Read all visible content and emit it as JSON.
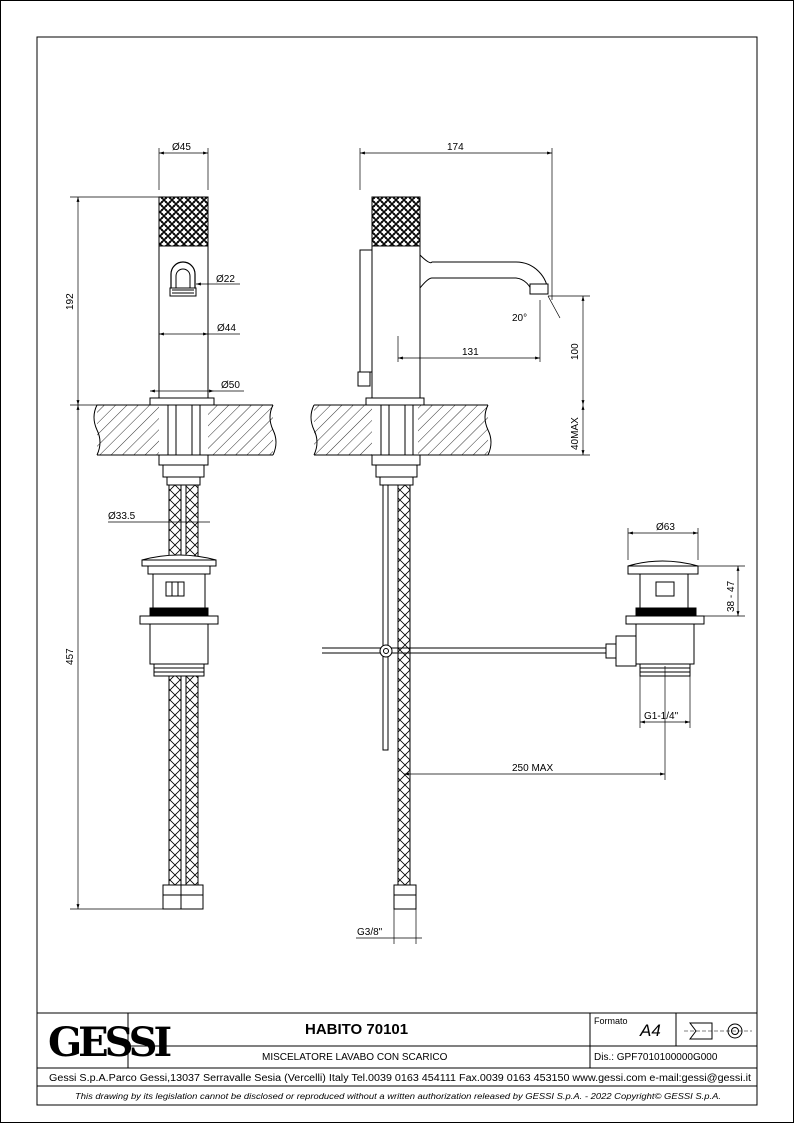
{
  "drawing": {
    "dims": {
      "d45": "Ø45",
      "d22": "Ø22",
      "d44": "Ø44",
      "d50": "Ø50",
      "d33": "Ø33.5",
      "h192": "192",
      "h457": "457",
      "w174": "174",
      "a20": "20°",
      "w131": "131",
      "h100": "100",
      "h40": "40MAX",
      "d63": "Ø63",
      "h3847": "38 - 47",
      "g114": "G1-1/4\"",
      "w250": "250 MAX",
      "g38": "G3/8\""
    }
  },
  "titleblock": {
    "logo": "GESSI",
    "title": "HABITO 70101",
    "subtitle": "MISCELATORE LAVABO CON SCARICO",
    "format_label": "Formato",
    "format_value": "A4",
    "drawing_no": "Dis.: GPF7010100000G000",
    "address": "Gessi S.p.A.Parco Gessi,13037 Serravalle Sesia (Vercelli) Italy Tel.0039 0163 454111 Fax.0039 0163 453150 www.gessi.com e-mail:gessi@gessi.it",
    "disclaimer": "This drawing by its legislation cannot be disclosed or reproduced without a written authorization released by GESSI S.p.A. - 2022 Copyright© GESSI S.p.A."
  }
}
